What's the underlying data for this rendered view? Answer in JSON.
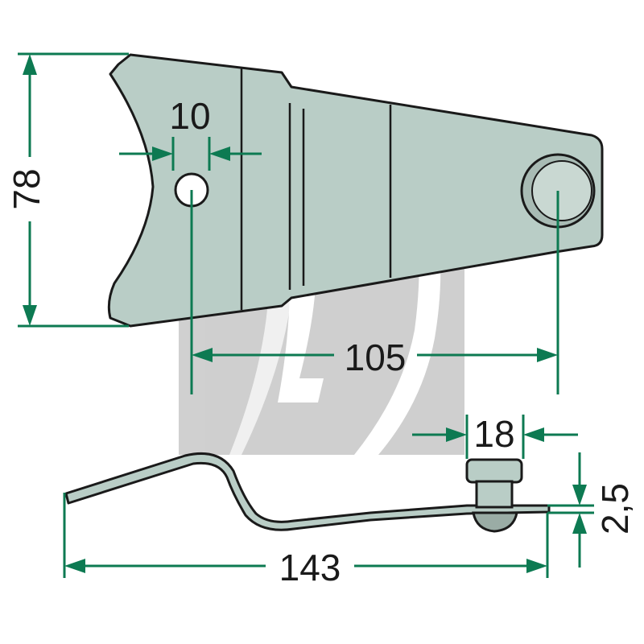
{
  "dimensions": {
    "height": "78",
    "hole_diameter": "10",
    "hole_spacing": "105",
    "length": "143",
    "pin_width": "18",
    "thickness": "2,5"
  },
  "colors": {
    "dimension_lines": "#0d7a52",
    "part_fill": "#b9cdc6",
    "watermark": "#b3b3b3"
  }
}
